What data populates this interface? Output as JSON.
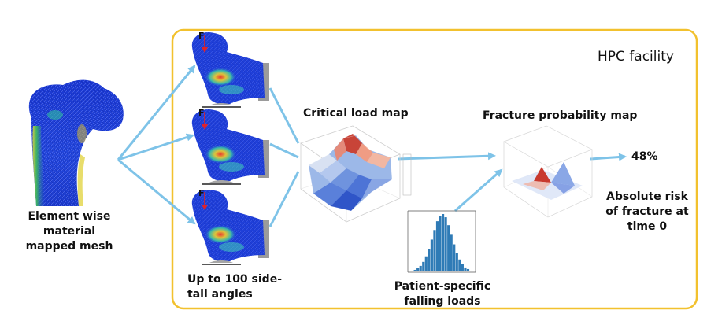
{
  "diagram": {
    "mesh_caption": [
      "Element wise material",
      "mapped mesh"
    ],
    "hpc_title": "HPC facility",
    "force_label": "F",
    "angles_caption": [
      "Up to 100 side-",
      "tall angles"
    ],
    "critical_title": "Critical load map",
    "probability_title": "Fracture probability map",
    "risk_value": "48%",
    "risk_caption": [
      "Absolute risk",
      "of fracture at",
      "time 0"
    ],
    "loads_caption": [
      "Patient-specific",
      "falling loads"
    ],
    "colors": {
      "frame": "#f2c12e",
      "arrow": "#7ec3e8",
      "mesh_blue": "#1e3fd6",
      "hist_bar": "#2f7bb6"
    },
    "histogram_bins": [
      1,
      2,
      4,
      7,
      12,
      19,
      28,
      40,
      52,
      63,
      70,
      72,
      68,
      58,
      46,
      34,
      23,
      15,
      9,
      5,
      3,
      1
    ]
  }
}
